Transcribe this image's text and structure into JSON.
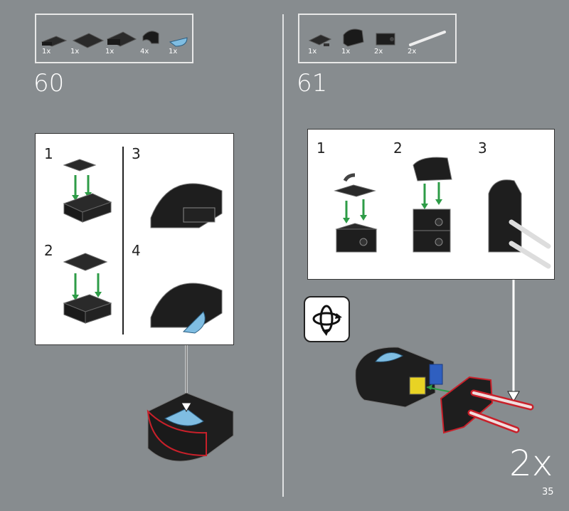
{
  "page_number": "35",
  "steps": [
    {
      "number": "60",
      "parts": [
        {
          "name": "plate-1x2",
          "qty": "1x"
        },
        {
          "name": "plate-2x2",
          "qty": "1x"
        },
        {
          "name": "plate-2x2-studs-side",
          "qty": "1x"
        },
        {
          "name": "curved-slope",
          "qty": "4x"
        },
        {
          "name": "dish-half-light-blue",
          "qty": "1x"
        }
      ],
      "substeps": [
        "1",
        "2",
        "3",
        "4"
      ]
    },
    {
      "number": "61",
      "parts": [
        {
          "name": "plate-with-clip",
          "qty": "1x"
        },
        {
          "name": "curved-slope",
          "qty": "1x"
        },
        {
          "name": "brick-1x2-technic-hole",
          "qty": "2x"
        },
        {
          "name": "bar-light-gray",
          "qty": "2x"
        }
      ],
      "substeps": [
        "1",
        "2",
        "3"
      ],
      "multiplier": "2x"
    }
  ],
  "colors": {
    "background": "#878c8f",
    "brick": "#1e1e1e",
    "arrow": "#2e9c47",
    "highlight": "#c8202a",
    "light_blue": "#7fbde2"
  }
}
